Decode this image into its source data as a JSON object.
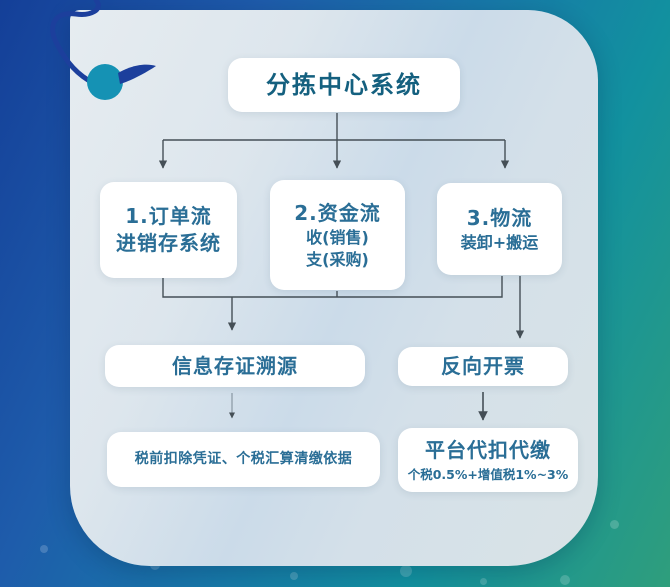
{
  "diagram": {
    "title": "分拣中心系统",
    "level1": [
      {
        "line1": "1.订单流",
        "line2": "进销存系统"
      },
      {
        "line1": "2.资金流",
        "line2": "收(销售)",
        "line3": "支(采购)"
      },
      {
        "line1": "3.物流",
        "line2": "装卸+搬运"
      }
    ],
    "level2": {
      "left": "信息存证溯源",
      "right": "反向开票"
    },
    "level3": {
      "left": "税前扣除凭证、个税汇算清缴依据",
      "right_title": "平台代扣代缴",
      "right_sub": "个税0.5%+增值税1%~3%"
    }
  },
  "colors": {
    "bg_navy": "#143f98",
    "bg_blue": "#1e5cab",
    "bg_teal": "#12919f",
    "bg_green": "#2f9e7c",
    "card_bg": "#d9e3ea",
    "node_bg": "#ffffff",
    "title_text": "#14607f",
    "node_text": "#2a6e96",
    "connector": "#454f56",
    "decor_blue": "#1c3f9c",
    "decor_teal": "#1592b4"
  }
}
